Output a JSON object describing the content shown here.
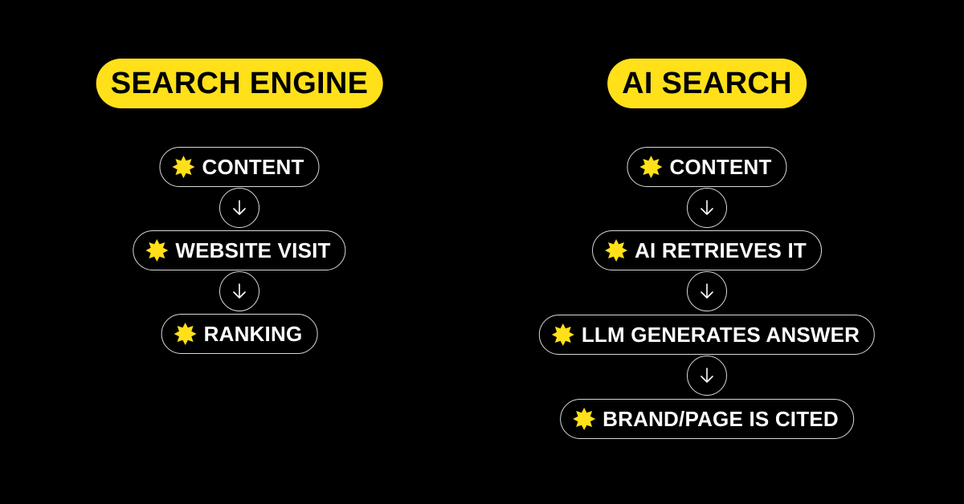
{
  "colors": {
    "background": "#000000",
    "accent_yellow": "#FFE019",
    "pill_border": "#d8d8d8",
    "text": "#ffffff"
  },
  "icons": {
    "step_badge": "starburst-badge-icon",
    "connector": "down-arrow-icon"
  },
  "search_engine": {
    "title": "SEARCH ENGINE",
    "steps": [
      {
        "label": "CONTENT"
      },
      {
        "label": "WEBSITE VISIT"
      },
      {
        "label": "RANKING"
      }
    ]
  },
  "ai_search": {
    "title": "AI SEARCH",
    "steps": [
      {
        "label": "CONTENT"
      },
      {
        "label": "AI RETRIEVES IT"
      },
      {
        "label": "LLM GENERATES ANSWER"
      },
      {
        "label": "BRAND/PAGE IS CITED"
      }
    ]
  }
}
